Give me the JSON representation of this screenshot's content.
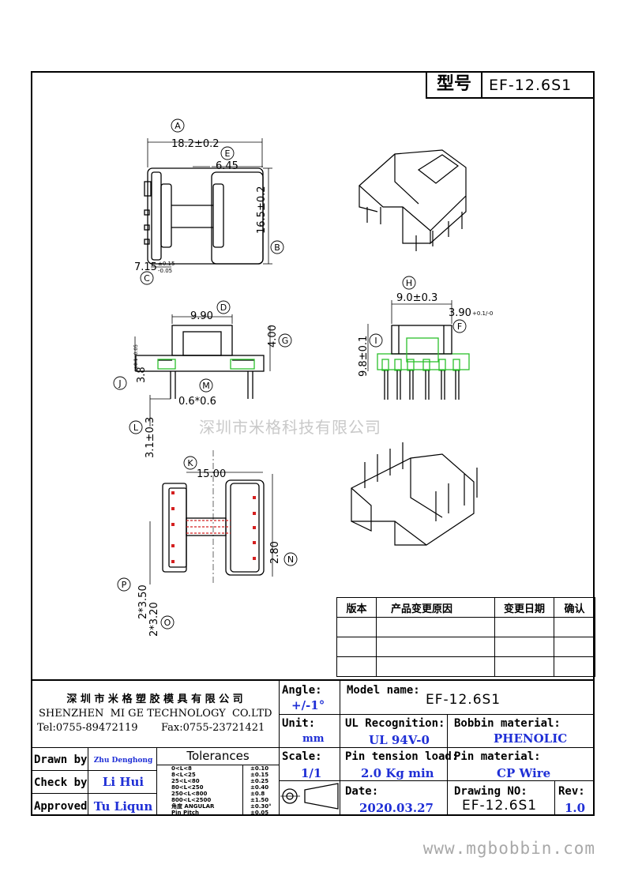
{
  "header": {
    "type_label": "型号",
    "model": "EF-12.6S1"
  },
  "dimensions": {
    "A": "18.2±0.2",
    "E": "6.45",
    "B": "16.5±0.2",
    "C_main": "7.15",
    "C_tol_plus": "±0.15",
    "C_tol_minus": "-0.05",
    "D": "9.90",
    "G": "4.00",
    "J_main": "3.8",
    "J_tol": "±0.1 -0.05",
    "M": "0.6*0.6",
    "L": "3.1±0.3",
    "H": "9.0±0.3",
    "F_main": "3.90",
    "F_tol": "+0.1/-0",
    "I_top": "9.8±0.1",
    "K": "15.00",
    "N": "2.80",
    "P": "2*3.50",
    "O": "2*3.20"
  },
  "callouts": [
    "A",
    "E",
    "B",
    "C",
    "D",
    "G",
    "J",
    "M",
    "L",
    "H",
    "F",
    "I",
    "K",
    "N",
    "P",
    "O"
  ],
  "watermark": "深圳市米格科技有限公司",
  "revision_table": {
    "col1": "版本",
    "col2": "产品变更原因",
    "col3": "变更日期",
    "col4": "确认"
  },
  "company": {
    "name_cn": "深 圳 市 米 格 塑 胶 模 具 有 限 公 司",
    "name_en": "SHENZHEN  MI GE TECHNOLOGY  CO.LTD",
    "tel": "Tel:0755-89472119",
    "fax": "Fax:0755-23721421"
  },
  "people": {
    "drawn_label": "Drawn by",
    "drawn_value": "Zhu Denghong",
    "check_label": "Check by",
    "check_value": "Li Hui",
    "approved_label": "Approved",
    "approved_value": "Tu Liqun"
  },
  "tolerances": {
    "title": "Tolerances",
    "rows": [
      {
        "range": "0<L<8",
        "tol": "±0.10"
      },
      {
        "range": "8<L<25",
        "tol": "±0.15"
      },
      {
        "range": "25<L<80",
        "tol": "±0.25"
      },
      {
        "range": "80<L<250",
        "tol": "±0.40"
      },
      {
        "range": "250<L<800",
        "tol": "±0.8"
      },
      {
        "range": "800<L<2500",
        "tol": "±1.50"
      },
      {
        "range": "角度 ANGULAR",
        "tol": "±0.30°"
      },
      {
        "range": "Pin Pitch",
        "tol": "±0.05"
      }
    ]
  },
  "specs": {
    "angle_label": "Angle:",
    "angle_value": "+/-1°",
    "unit_label": "Unit:",
    "unit_value": "mm",
    "scale_label": "Scale:",
    "scale_value": "1/1",
    "model_label": "Model name:",
    "model_value": "EF-12.6S1",
    "ul_label": "UL Recognition:",
    "ul_value": "UL 94V-0",
    "bobbin_label": "Bobbin material:",
    "bobbin_value": "PHENOLIC",
    "pin_tension_label": "Pin tension load:",
    "pin_tension_value": "2.0 Kg min",
    "pin_material_label": "Pin material:",
    "pin_material_value": "CP Wire",
    "date_label": "Date:",
    "date_value": "2020.03.27",
    "drawing_no_label": "Drawing NO:",
    "drawing_no_value": "EF-12.6S1",
    "rev_label": "Rev:",
    "rev_value": "1.0"
  },
  "website": "www.mgbobbin.com"
}
